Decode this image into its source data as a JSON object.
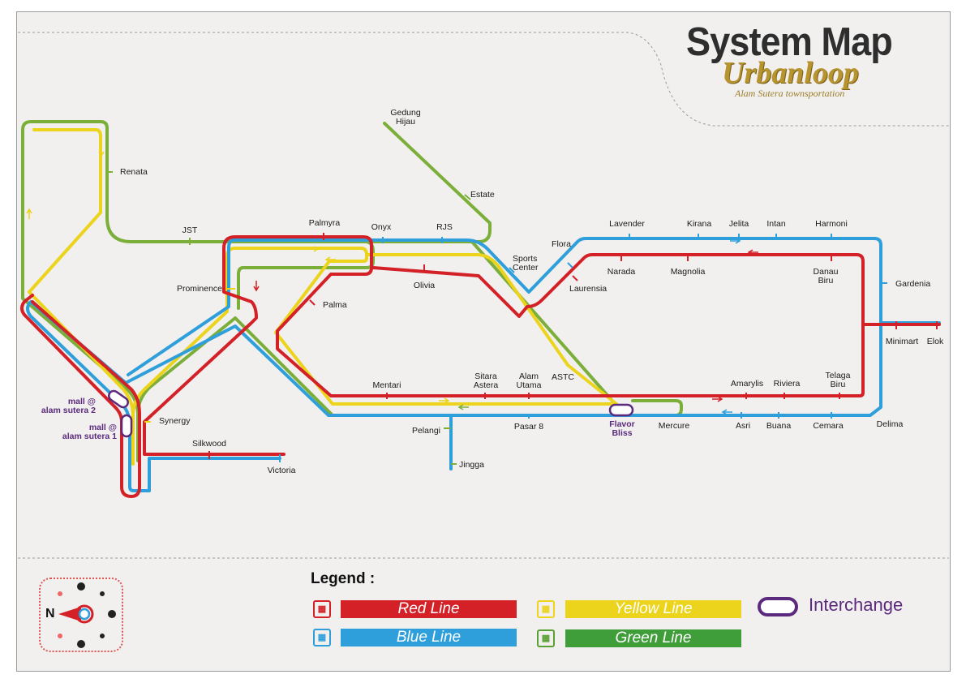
{
  "header": {
    "title": "System Map",
    "brand": "Urbanloop",
    "tagline": "Alam Sutera townsportation"
  },
  "lines": {
    "red": "#d42027",
    "blue": "#2e9fdb",
    "yellow": "#ecd31c",
    "green": "#7cae3a",
    "interchange": "#5b2a7e"
  },
  "stations": {
    "gedung_hijau": "Gedung\nHijau",
    "estate": "Estate",
    "renata": "Renata",
    "jst": "JST",
    "palmyra": "Palmyra",
    "onyx": "Onyx",
    "rjs": "RJS",
    "sports_center": "Sports\nCenter",
    "flora": "Flora",
    "lavender": "Lavender",
    "kirana": "Kirana",
    "jelita": "Jelita",
    "intan": "Intan",
    "harmoni": "Harmoni",
    "narada": "Narada",
    "magnolia": "Magnolia",
    "danau_biru": "Danau\nBiru",
    "gardenia": "Gardenia",
    "laurensia": "Laurensia",
    "olivia": "Olivia",
    "prominence": "Prominence",
    "palma": "Palma",
    "minimart": "Minimart",
    "elok": "Elok",
    "mentari": "Mentari",
    "sitara_astera": "Sitara\nAstera",
    "alam_utama": "Alam\nUtama",
    "astc": "ASTC",
    "amarylis": "Amarylis",
    "riviera": "Riviera",
    "telaga_biru": "Telaga\nBiru",
    "mall2": "mall @\nalam sutera 2",
    "mall1": "mall @\nalam sutera 1",
    "synergy": "Synergy",
    "silkwood": "Silkwood",
    "victoria": "Victoria",
    "pelangi": "Pelangi",
    "jingga": "Jingga",
    "pasar8": "Pasar 8",
    "flavor_bliss": "Flavor\nBliss",
    "mercure": "Mercure",
    "asri": "Asri",
    "buana": "Buana",
    "cemara": "Cemara",
    "delima": "Delima"
  },
  "legend": {
    "title": "Legend :",
    "red_line": "Red Line",
    "blue_line": "Blue Line",
    "yellow_line": "Yellow Line",
    "green_line": "Green Line",
    "interchange": "Interchange"
  },
  "compass": {
    "north": "N"
  },
  "icons": [
    "bus-icon",
    "compass-icon"
  ]
}
